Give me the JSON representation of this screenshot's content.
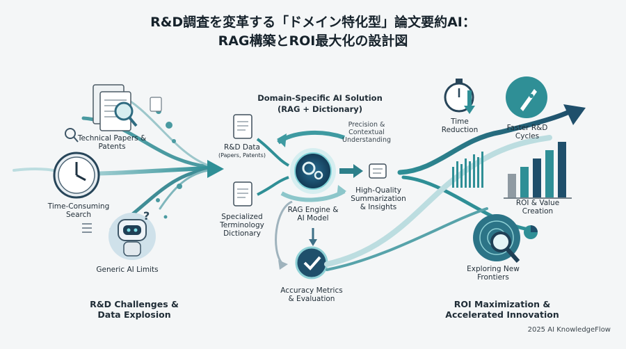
{
  "title": {
    "line1": "R&D調査を変革する「ドメイン特化型」論文要約AI：",
    "line2": "RAG構築とROI最大化の設計図"
  },
  "left": {
    "papers": "Technical Papers & Patents",
    "search": "Time-Consuming Search",
    "ai_limits": "Generic AI Limits",
    "heading": "R&D Challenges & Data Explosion"
  },
  "middle": {
    "heading1": "Domain-Specific AI Solution",
    "heading2": "(RAG + Dictionary)",
    "rd_data": "R&D Data",
    "rd_data_sub": "(Papers, Patents)",
    "dictionary": "Specialized Terminology Dictionary",
    "precision": "Precision & Contextual Understanding",
    "engine": "RAG Engine & AI Model",
    "summary": "High-Quality Summarization & Insights",
    "metrics": "Accuracy Metrics & Evaluation"
  },
  "right": {
    "time_reduction": "Time Reduction",
    "faster": "Faster R&D Cycles",
    "roi": "ROI & Value Creation",
    "frontiers": "Exploring New Frontiers",
    "heading": "ROI Maximization & Accelerated Innovation"
  },
  "footer": "2025 AI KnowledgeFlow",
  "colors": {
    "teal": "#2f8f96",
    "navy": "#1f4f6b",
    "light": "#9fd3d6"
  }
}
